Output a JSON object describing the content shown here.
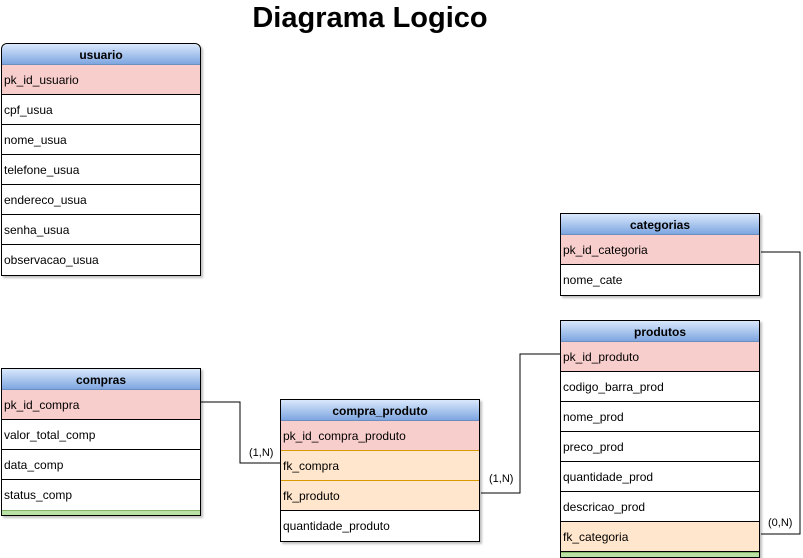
{
  "title": "Diagrama Logico",
  "entities": {
    "usuario": {
      "name": "usuario",
      "fields": [
        "pk_id_usuario",
        "cpf_usua",
        "nome_usua",
        "telefone_usua",
        "endereco_usua",
        "senha_usua",
        "observacao_usua"
      ]
    },
    "categorias": {
      "name": "categorias",
      "fields": [
        "pk_id_categoria",
        "nome_cate"
      ]
    },
    "produtos": {
      "name": "produtos",
      "fields": [
        "pk_id_produto",
        "codigo_barra_prod",
        "nome_prod",
        "preco_prod",
        "quantidade_prod",
        "descricao_prod",
        "fk_categoria"
      ]
    },
    "compras": {
      "name": "compras",
      "fields": [
        "pk_id_compra",
        "valor_total_comp",
        "data_comp",
        "status_comp"
      ]
    },
    "compra_produto": {
      "name": "compra_produto",
      "fields": [
        "pk_id_compra_produto",
        "fk_compra",
        "fk_produto",
        "quantidade_produto"
      ]
    }
  },
  "cardinalities": {
    "compras_to_compra_produto": "(1,N)",
    "produtos_to_compra_produto": "(1,N)",
    "categorias_to_produtos": "(0,N)"
  },
  "colors": {
    "header": "#7ea6e0",
    "primary_key": "#f8cecc",
    "foreign_key": "#ffe6cc",
    "footer_bar": "#b9e0a5"
  }
}
